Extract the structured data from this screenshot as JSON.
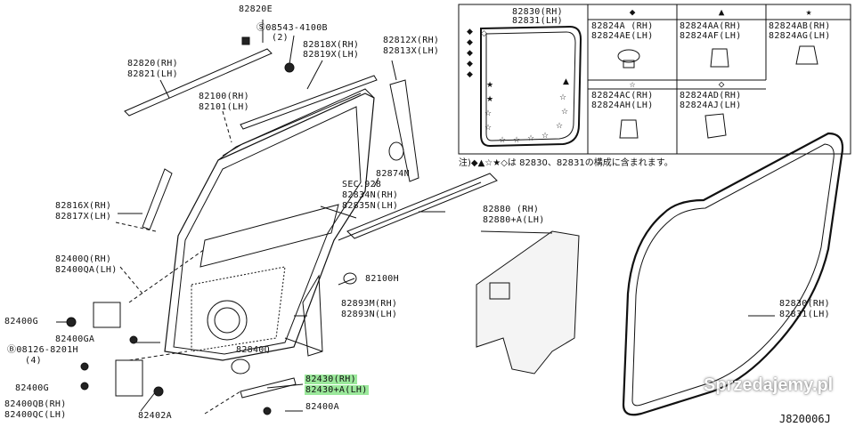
{
  "labels": {
    "p82820E": "82820E",
    "bolt": "08543-4100B",
    "bolt_qty": "(2)",
    "p82818X": "82818X(RH)",
    "p82819X": "82819X(LH)",
    "p82812X": "82812X(RH)",
    "p82813X": "82813X(LH)",
    "p82820": "82820(RH)",
    "p82821": "82821(LH)",
    "p82100": "82100(RH)",
    "p82101": "82101(LH)",
    "p82874N": "82874N",
    "sec": "SEC.928",
    "p82834N": "82834N(RH)",
    "p82835N": "82835N(LH)",
    "p82816X": "82816X(RH)",
    "p82817X": "82817X(LH)",
    "p82400Q": "82400Q(RH)",
    "p82400QA": "82400QA(LH)",
    "p82100H": "82100H",
    "p82893M": "82893M(RH)",
    "p82893N": "82893N(LH)",
    "p82400G_1": "82400G",
    "p82400GA": "82400GA",
    "p08126": "08126-8201H",
    "p08126_qty": "(4)",
    "p82840Q": "82840Q",
    "p82400G_2": "82400G",
    "p82430": "82430(RH)",
    "p82430A": "82430+A(LH)",
    "p82400QB": "82400QB(RH)",
    "p82400QC": "82400QC(LH)",
    "p82402A": "82402A",
    "p82400A": "82400A",
    "p82880": "82880 (RH)",
    "p82880A": "82880+A(LH)",
    "p82830_main": "82830(RH)",
    "p82831_main": "82831(LH)"
  },
  "inset": {
    "p82830": "82830(RH)",
    "p82831": "82831(LH)",
    "headers": [
      "◆",
      "▲",
      "★"
    ],
    "headers2": [
      "☆",
      "◇"
    ],
    "row1": [
      {
        "rh": "82824A (RH)",
        "lh": "82824AE(LH)"
      },
      {
        "rh": "82824AA(RH)",
        "lh": "82824AF(LH)"
      },
      {
        "rh": "82824AB(RH)",
        "lh": "82824AG(LH)"
      }
    ],
    "row2": [
      {
        "rh": "82824AC(RH)",
        "lh": "82824AH(LH)"
      },
      {
        "rh": "82824AD(RH)",
        "lh": "82824AJ(LH)"
      }
    ],
    "note": "注)◆▲☆★◇は 82830、82831の構成に含まれます。"
  },
  "watermark": "Sprzedajemy.pl",
  "diagram_code": "J820006J"
}
